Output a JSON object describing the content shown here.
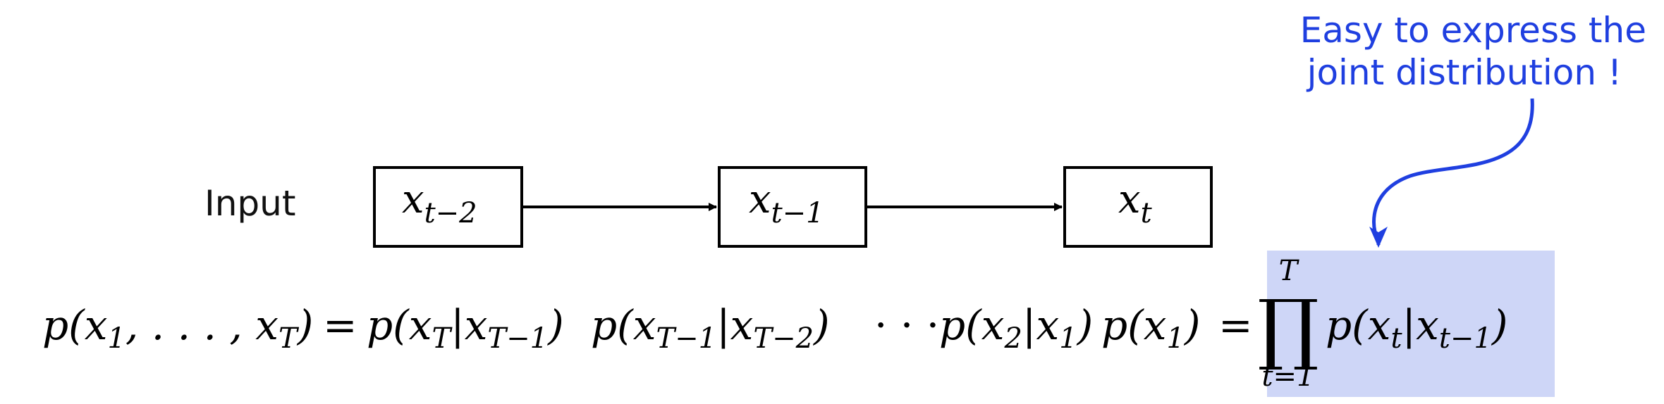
{
  "annotation": {
    "line1": "Easy to express the",
    "line2": "joint distribution !",
    "color": "#1f3fe0"
  },
  "input_label": "Input",
  "nodes": [
    {
      "var": "x",
      "sub": "t−2"
    },
    {
      "var": "x",
      "sub": "t−1"
    },
    {
      "var": "x",
      "sub": "t"
    }
  ],
  "equation": {
    "lhs_open": "p(x",
    "lhs_sub1": "1",
    "lhs_mid": ", . . . , x",
    "lhs_subT": "T",
    "lhs_close": ")",
    "eq1": "=",
    "f1_a": "p(x",
    "f1_s1": "T",
    "f1_b": "|x",
    "f1_s2": "T−1",
    "f1_c": ")",
    "f2_a": "p(x",
    "f2_s1": "T−1",
    "f2_b": "|x",
    "f2_s2": "T−2",
    "f2_c": ")",
    "dots": "· · ·",
    "f3_a": "p(x",
    "f3_s1": "2",
    "f3_b": "|x",
    "f3_s2": "1",
    "f3_c": ")",
    "f4_a": "p(x",
    "f4_s1": "1",
    "f4_c": ")",
    "eq2": "=",
    "prod_symbol": "∏",
    "prod_upper": "T",
    "prod_lower": "t=1",
    "rhs_a": "p(x",
    "rhs_s1": "t",
    "rhs_b": "|x",
    "rhs_s2": "t−1",
    "rhs_c": ")",
    "highlight_color": "#ced6f7"
  }
}
